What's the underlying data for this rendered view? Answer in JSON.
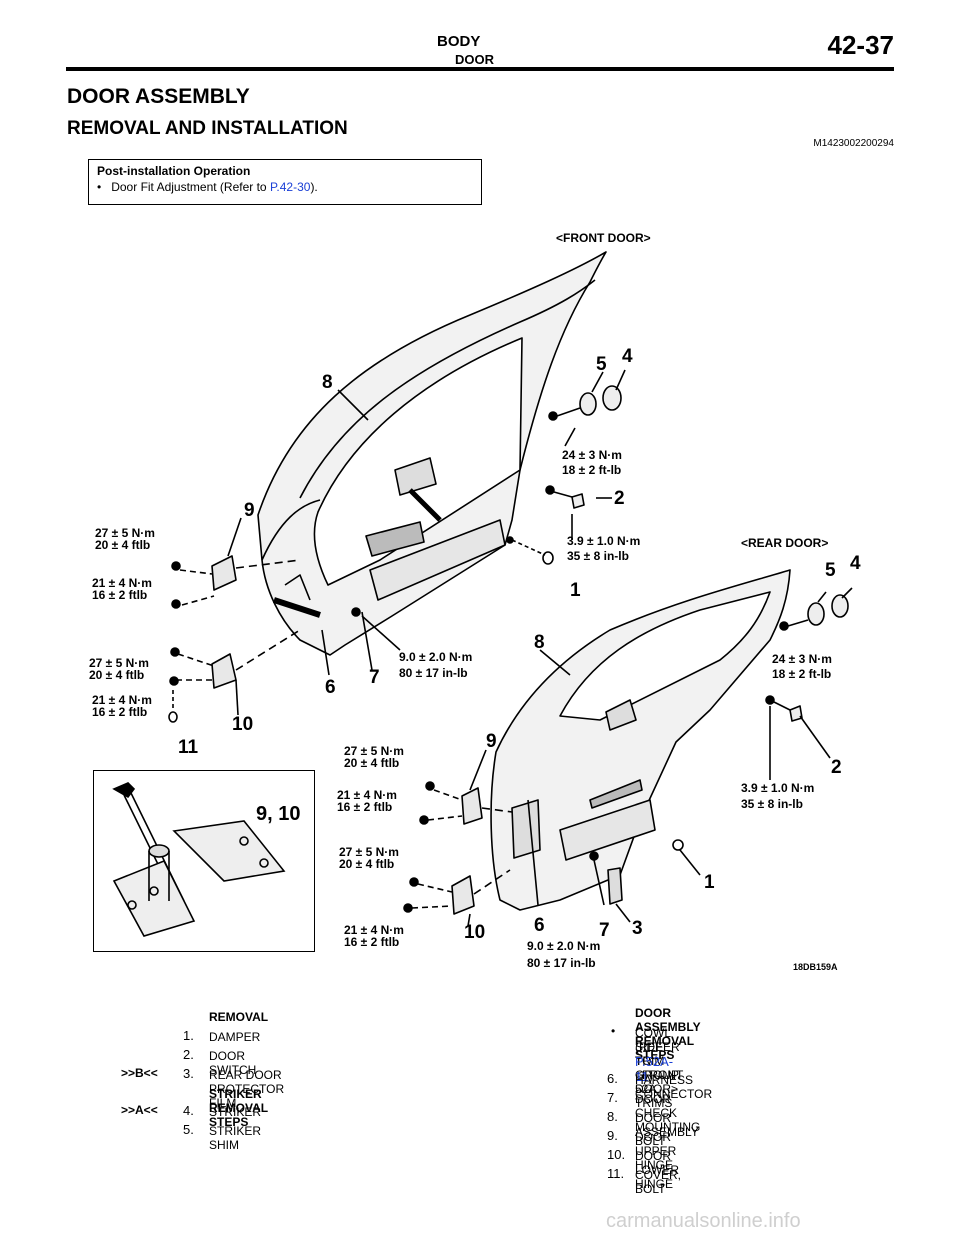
{
  "header": {
    "section": "BODY",
    "subsection": "DOOR",
    "page_number": "42-37"
  },
  "title": "DOOR ASSEMBLY",
  "subtitle": "REMOVAL AND INSTALLATION",
  "doc_code": "M1423002200294",
  "post_install": {
    "heading": "Post-installation Operation",
    "bullet": "•",
    "item_text": "Door Fit Adjustment (Refer to ",
    "item_link": "P.42-30",
    "item_end": ")."
  },
  "diagram": {
    "front_door_label": "<FRONT DOOR>",
    "rear_door_label": "<REAR DOOR>",
    "figure_code": "18DB159A",
    "inset_label": "9, 10",
    "front": {
      "callouts": [
        "8",
        "5",
        "4",
        "2",
        "9",
        "1",
        "6",
        "7",
        "10",
        "11"
      ],
      "torques": {
        "striker_a": "24 ± 3 N·m",
        "striker_b": "18 ± 2 ft-lb",
        "switch_a": "3.9 ± 1.0 N·m",
        "switch_b": "35 ± 8 in-lb",
        "upper_a1": "27 ± 5 N·m",
        "upper_b1": "20 ± 4 ftlb",
        "upper_a2": "21 ± 4 N·m",
        "upper_b2": "16 ± 2 ftlb",
        "lower_a1": "27 ± 5 N·m",
        "lower_b1": "20 ± 4 ftlb",
        "lower_a2": "21 ± 4 N·m",
        "lower_b2": "16 ± 2 ftlb",
        "check_a": "9.0 ± 2.0 N·m",
        "check_b": "80 ± 17 in-lb"
      }
    },
    "rear": {
      "callouts": [
        "5",
        "4",
        "8",
        "9",
        "2",
        "1",
        "10",
        "6",
        "7",
        "3"
      ],
      "torques": {
        "striker_a": "24 ± 3 N·m",
        "striker_b": "18 ± 2 ft-lb",
        "switch_a": "3.9 ± 1.0 N·m",
        "switch_b": "35 ± 8 in-lb",
        "upper_a1": "27 ± 5 N·m",
        "upper_b1": "20 ± 4 ftlb",
        "upper_a2": "21 ± 4 N·m",
        "upper_b2": "16 ± 2 ftlb",
        "lower_a1": "27 ± 5 N·m",
        "lower_b1": "20 ± 4 ftlb",
        "lower_a2": "21 ± 4 N·m",
        "lower_b2": "16 ± 2 ftlb",
        "check_a": "9.0 ± 2.0 N·m",
        "check_b": "80 ± 17 in-lb"
      }
    }
  },
  "removal": {
    "heading": "REMOVAL",
    "items": [
      {
        "tag": "",
        "num": "1.",
        "text": "DAMPER"
      },
      {
        "tag": "",
        "num": "2.",
        "text": "DOOR SWITCH"
      },
      {
        "tag": ">>B<<",
        "num": "3.",
        "text": "REAR DOOR PROTECTOR FILM"
      }
    ],
    "striker_heading": "STRIKER REMOVAL STEPS",
    "striker_items": [
      {
        "tag": ">>A<<",
        "num": "4.",
        "text": "STRIKER"
      },
      {
        "tag": "",
        "num": "5.",
        "text": "STRIKER SHIM"
      }
    ]
  },
  "door_steps": {
    "heading": "DOOR ASSEMBLY REMOVAL STEPS",
    "bullet": "•",
    "bullet_line1": "COWL SIDE TRIM <FRONT DOOR>",
    "bullet_line2": "(REFER TO GROUP 52A, TRIMS",
    "bullet_link": "P.52A-11",
    "bullet_end": ").",
    "items": [
      {
        "num": "6.",
        "text": "HARNESS CONNECTOR"
      },
      {
        "num": "7.",
        "text": "DOOR CHECK MOUNTING BOLT"
      },
      {
        "num": "8.",
        "text": "DOOR ASSEMBLY"
      },
      {
        "num": "9.",
        "text": "DOOR UPPER HINGE"
      },
      {
        "num": "10.",
        "text": "DOOR LOWER HINGE"
      },
      {
        "num": "11.",
        "text": "COVER, BOLT"
      }
    ]
  },
  "footer_watermark": "carmanualsonline.info"
}
